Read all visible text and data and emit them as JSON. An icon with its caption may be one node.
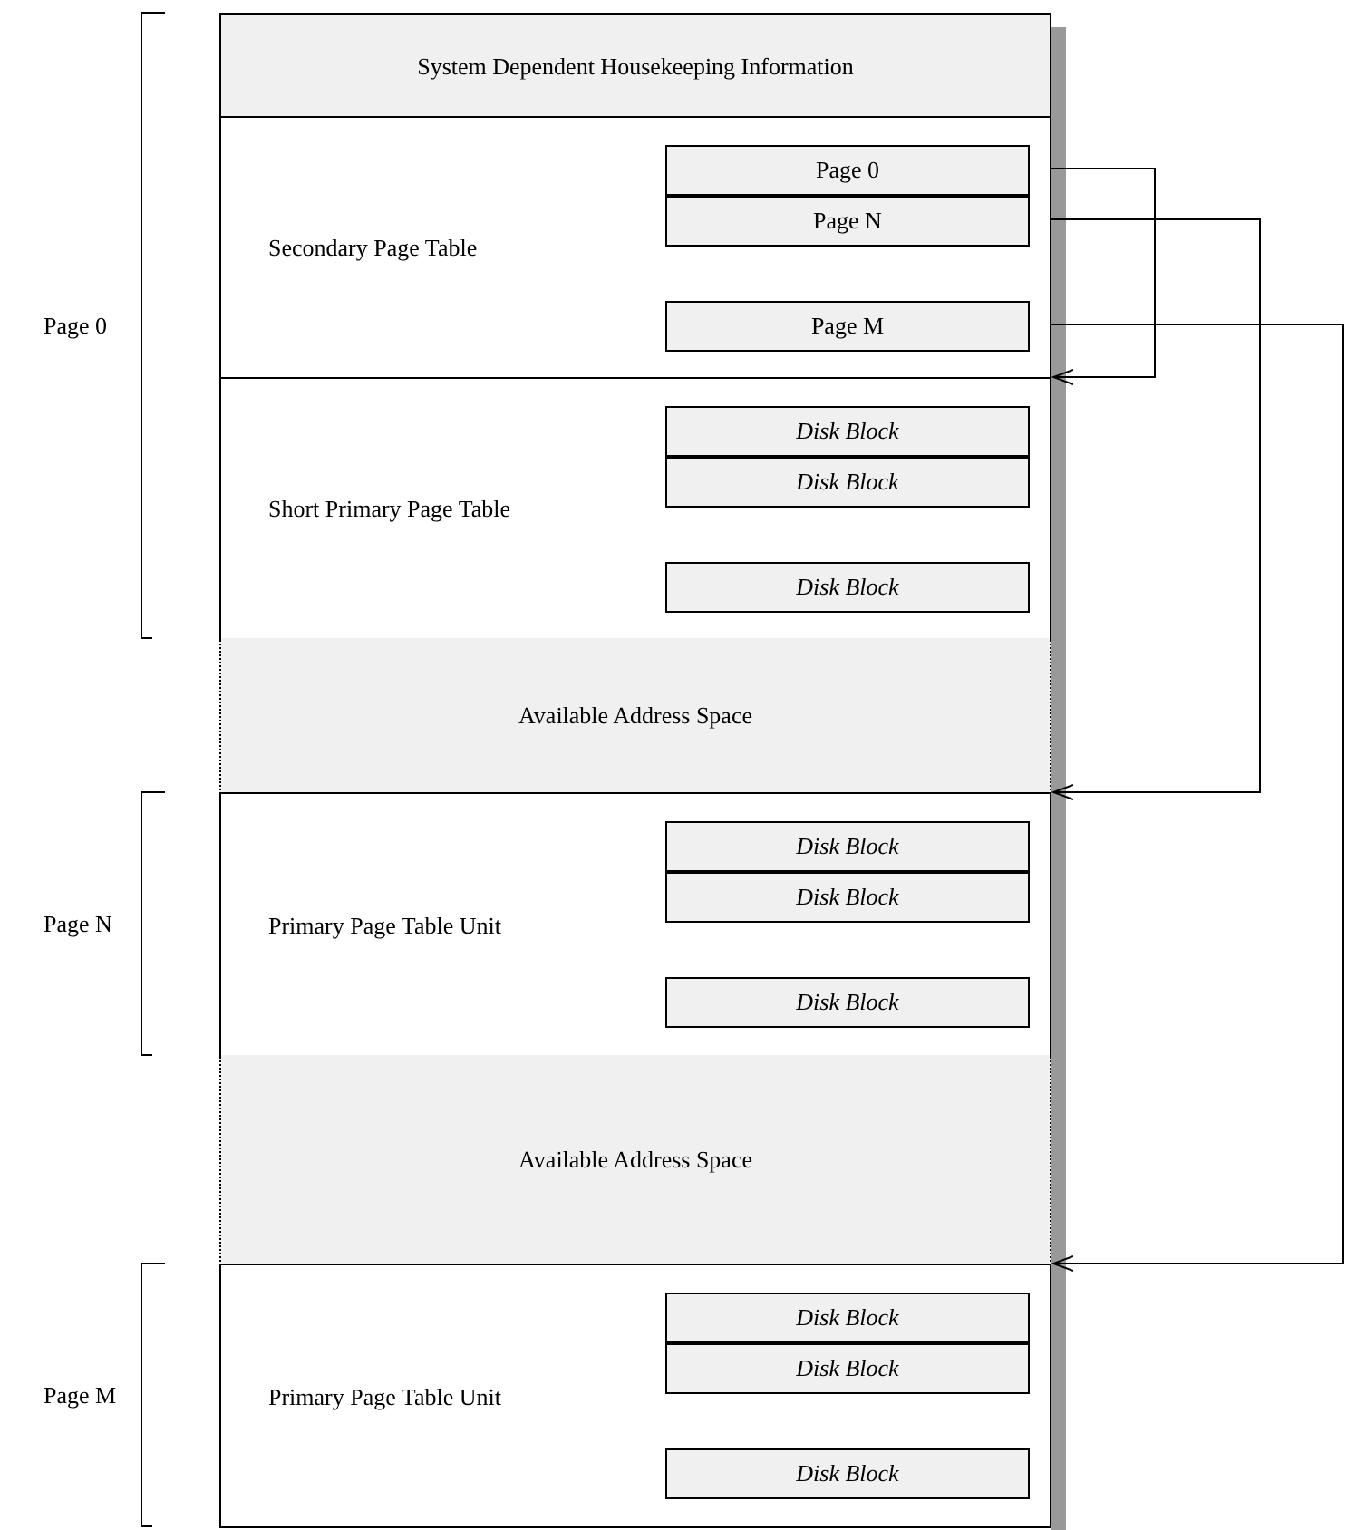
{
  "diagram": {
    "nodes": [
      {
        "text": [
          "System Dependent Housekeeping Information"
        ]
      },
      {
        "text": [
          "Secondary Page Table"
        ]
      },
      {
        "text": [
          "Page 0"
        ],
        "in": 1
      },
      {
        "text": [
          "Page N"
        ],
        "in": 1
      },
      {
        "text": [
          "Page M"
        ],
        "in": 1
      },
      {
        "text": [
          "Short Primary Page Table"
        ]
      },
      {
        "text": [
          "Disk Block"
        ],
        "in": 5
      },
      {
        "text": [
          "Disk Block"
        ],
        "in": 5
      },
      {
        "text": [
          "Disk Block"
        ],
        "in": 5
      },
      {
        "text": [
          "Available Address Space"
        ]
      },
      {
        "text": [
          "Primary Page Table Unit"
        ]
      },
      {
        "text": [
          "Disk Block"
        ],
        "in": 10
      },
      {
        "text": [
          "Disk Block"
        ],
        "in": 10
      },
      {
        "text": [
          "Disk Block"
        ],
        "in": 10
      },
      {
        "text": [
          "Available Address Space"
        ]
      },
      {
        "text": [
          "Primary Page Table Unit"
        ]
      },
      {
        "text": [
          "Disk Block"
        ],
        "in": 15
      },
      {
        "text": [
          "Disk Block"
        ],
        "in": 15
      },
      {
        "text": [
          "Disk Block"
        ],
        "in": 15
      }
    ],
    "edges": [
      {
        "from": 2,
        "to": 5,
        "arrow": "to"
      },
      {
        "from": 3,
        "to": 10,
        "arrow": "to"
      },
      {
        "from": 4,
        "to": 15,
        "arrow": "to"
      }
    ],
    "labels": [
      "Page 0",
      "Page N",
      "Page M"
    ]
  }
}
